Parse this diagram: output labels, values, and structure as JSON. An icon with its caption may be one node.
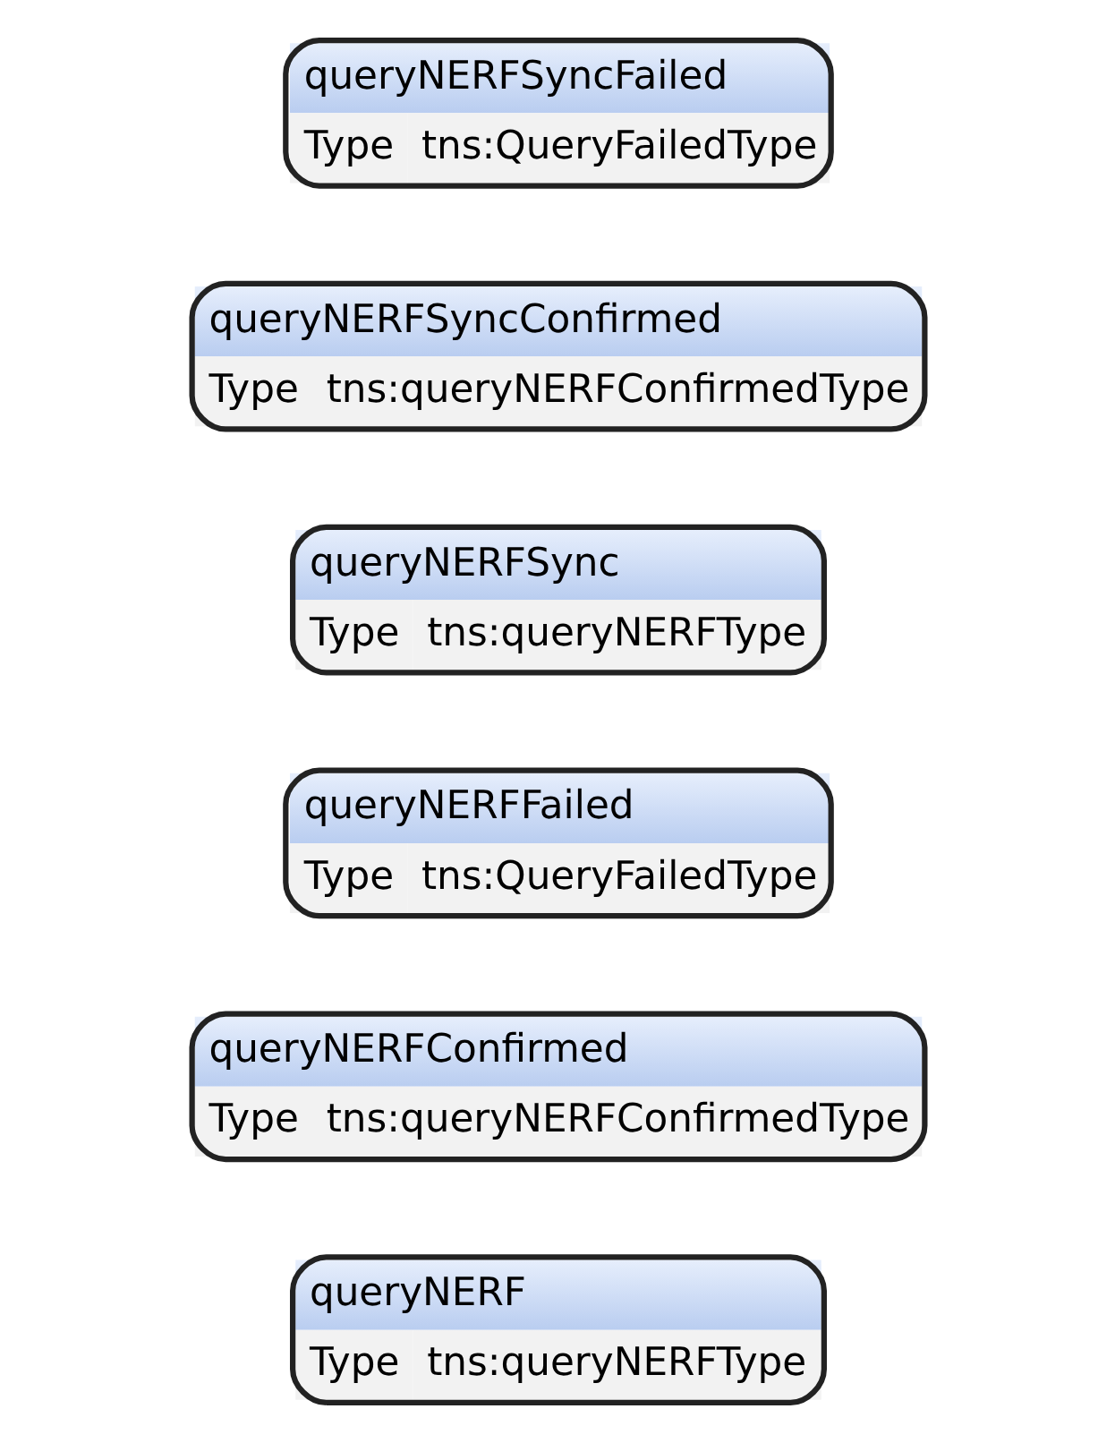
{
  "diagram": {
    "nodes": [
      {
        "text": [
          "queryNERF",
          "Type",
          "tns:queryNERFType"
        ]
      },
      {
        "text": [
          "queryNERFConfirmed",
          "Type",
          "tns:queryNERFConfirmedType"
        ]
      },
      {
        "text": [
          "queryNERFFailed",
          "Type",
          "tns:QueryFailedType"
        ]
      },
      {
        "text": [
          "queryNERFSync",
          "Type",
          "tns:queryNERFType"
        ]
      },
      {
        "text": [
          "queryNERFSyncConfirmed",
          "Type",
          "tns:queryNERFConfirmedType"
        ]
      },
      {
        "text": [
          "queryNERFSyncFailed",
          "Type",
          "tns:QueryFailedType"
        ]
      }
    ]
  }
}
